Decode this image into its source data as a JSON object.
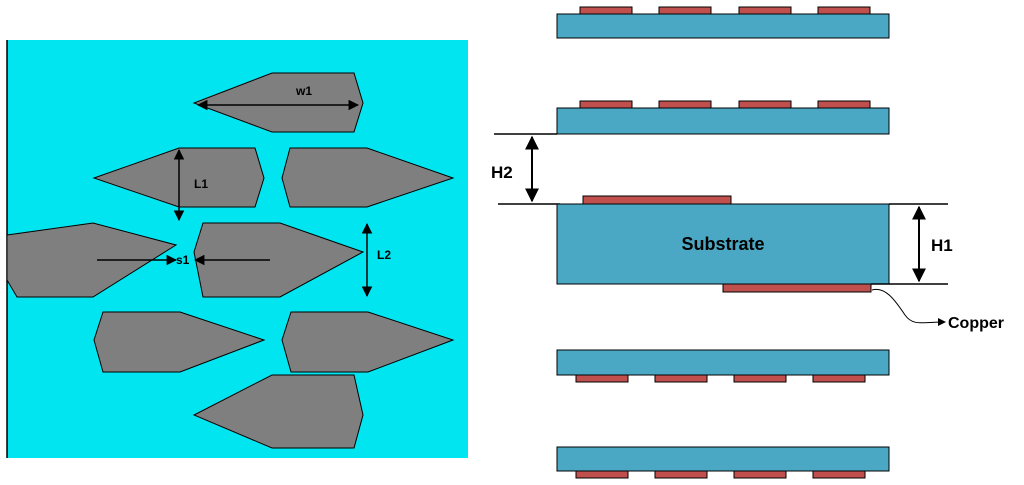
{
  "colors": {
    "panel_background": "#00e5f0",
    "hexagon_fill": "#7f7f7f",
    "substrate_fill": "#4aa8c4",
    "copper_fill": "#c0504d",
    "line": "#000000"
  },
  "left_panel": {
    "labels": {
      "w1": "w1",
      "l1": "L1",
      "s1": "s1",
      "l2": "L2"
    }
  },
  "right_panel": {
    "labels": {
      "h2": "H2",
      "substrate": "Substrate",
      "h1": "H1",
      "copper": "Copper"
    }
  }
}
